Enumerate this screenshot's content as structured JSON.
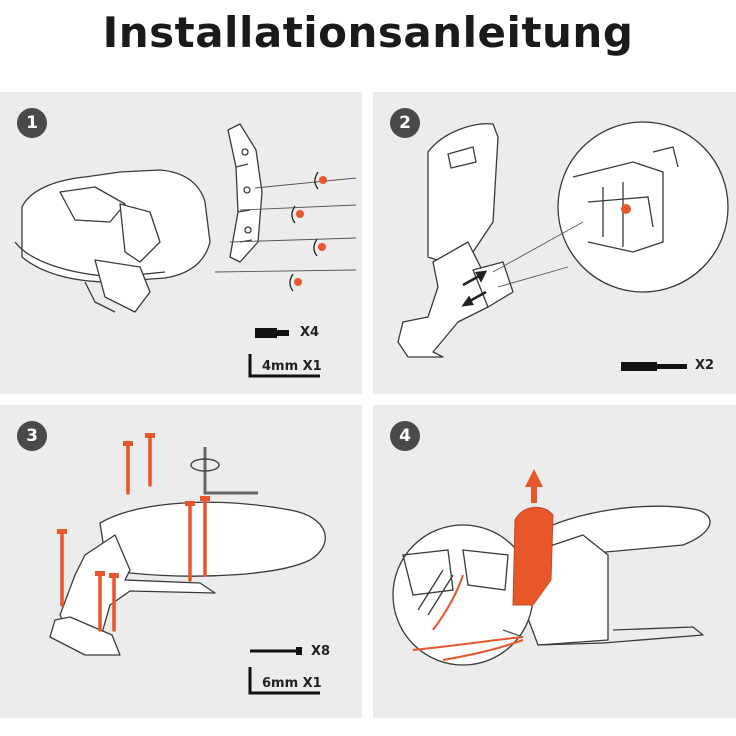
{
  "title": "Installationsanleitung",
  "colors": {
    "accent": "#e8572a",
    "panel": "#ececec",
    "badge": "#4a4a4a",
    "line": "#3a3a3a"
  },
  "steps": [
    {
      "number": "1",
      "labels": {
        "screw_count": "X4",
        "key": "4mm X1"
      }
    },
    {
      "number": "2",
      "labels": {
        "screw_count": "X2"
      }
    },
    {
      "number": "3",
      "labels": {
        "screw_count": "X8",
        "key": "6mm X1"
      }
    },
    {
      "number": "4"
    }
  ]
}
